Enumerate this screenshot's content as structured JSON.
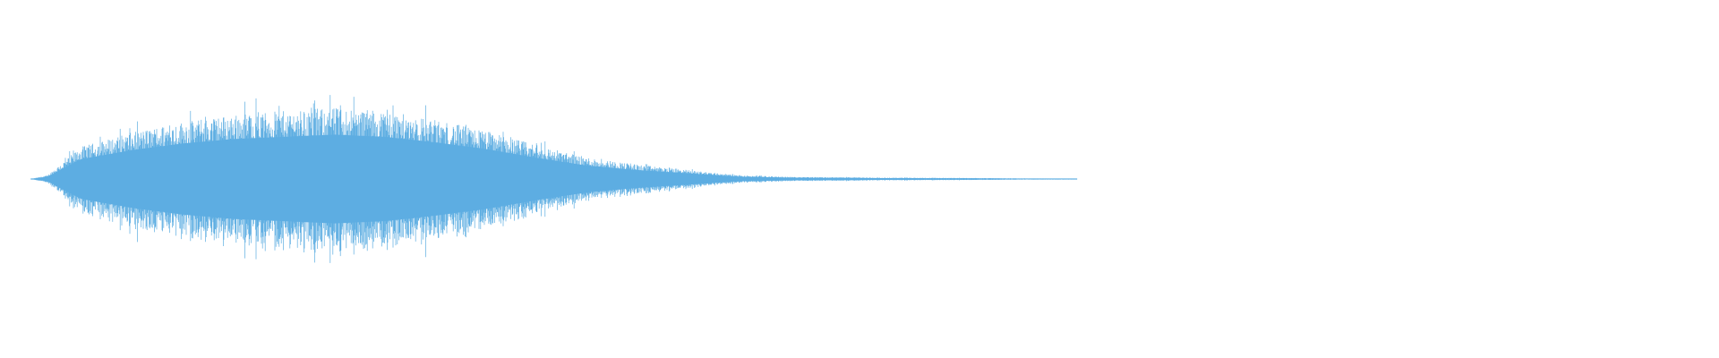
{
  "waveform": {
    "color": "#5dade2",
    "background": "#ffffff",
    "duration_fraction_with_signal": 0.62,
    "peak_amplitude_fraction": 0.4,
    "envelope": [
      [
        0.0,
        0.0
      ],
      [
        0.01,
        0.02
      ],
      [
        0.03,
        0.18
      ],
      [
        0.06,
        0.26
      ],
      [
        0.09,
        0.32
      ],
      [
        0.12,
        0.36
      ],
      [
        0.15,
        0.38
      ],
      [
        0.18,
        0.4
      ],
      [
        0.21,
        0.38
      ],
      [
        0.24,
        0.33
      ],
      [
        0.27,
        0.27
      ],
      [
        0.3,
        0.19
      ],
      [
        0.33,
        0.12
      ],
      [
        0.36,
        0.08
      ],
      [
        0.39,
        0.05
      ],
      [
        0.42,
        0.02
      ],
      [
        0.45,
        0.012
      ],
      [
        0.5,
        0.008
      ],
      [
        0.55,
        0.006
      ],
      [
        0.6,
        0.003
      ],
      [
        0.62,
        0.0
      ]
    ]
  }
}
